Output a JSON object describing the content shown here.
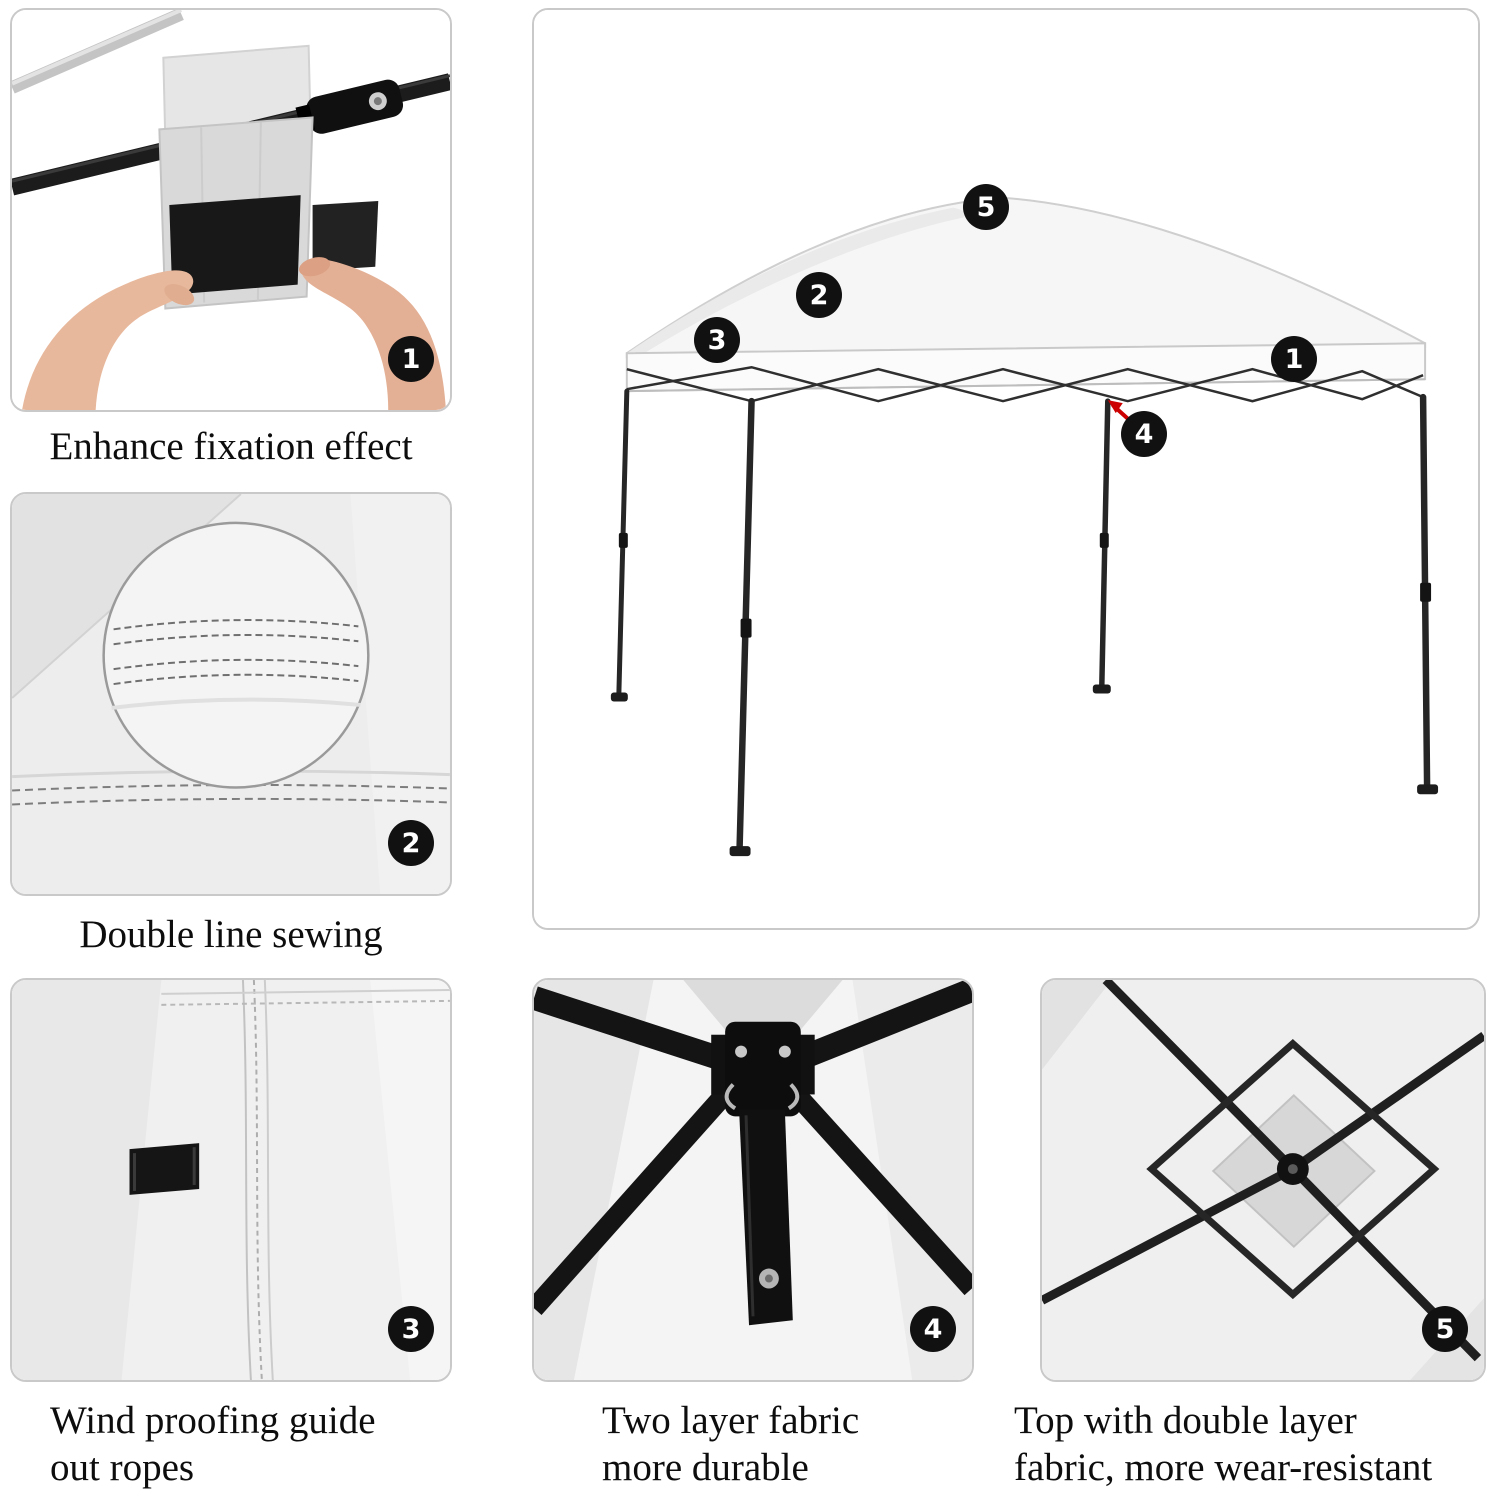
{
  "captions": {
    "fixation": "Enhance fixation effect",
    "sewing": "Double line sewing",
    "ropes": "Wind proofing guide\nout ropes",
    "two_layer": "Two layer fabric\nmore durable",
    "top_fabric": "Top with double layer\nfabric, more wear-resistant"
  },
  "badges": {
    "fixation": "1",
    "sewing": "2",
    "ropes": "3",
    "two_layer": "4",
    "top_fabric": "5"
  },
  "tent_badges": [
    "1",
    "2",
    "3",
    "4",
    "5"
  ],
  "colors": {
    "badge_bg": "#111111",
    "badge_text": "#ffffff",
    "panel_border": "#c9c9c9",
    "frame_dark": "#1c1c1c",
    "fabric_light": "#f2f2f2",
    "arrow_red": "#cc0000"
  }
}
